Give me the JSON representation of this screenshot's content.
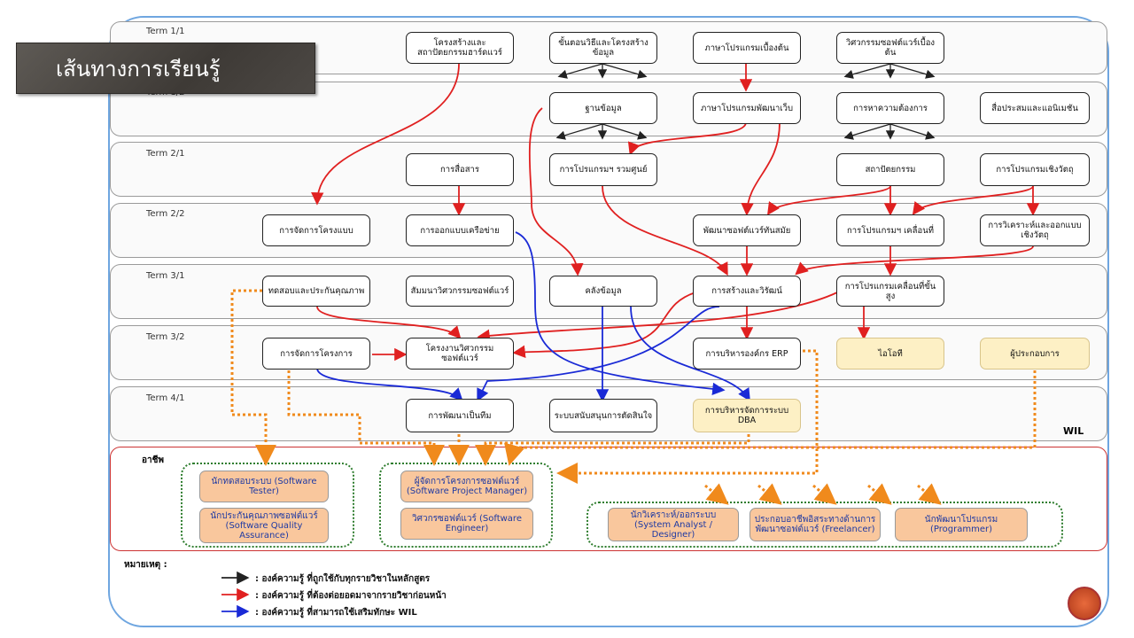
{
  "title": "เส้นทางการเรียนรู้",
  "terms": [
    "Term 1/1",
    "Term 1/2",
    "Term 2/1",
    "Term 2/2",
    "Term 3/1",
    "Term 3/2",
    "Term 4/1"
  ],
  "courses": {
    "c11a": "โครงสร้างและสถาปัตยกรรมฮาร์ดแวร์",
    "c11b": "ขั้นตอนวิธีและโครงสร้างข้อมูล",
    "c11c": "ภาษาโปรแกรมเบื้องต้น",
    "c11d": "วิศวกรรมซอฟต์แวร์เบื้องต้น",
    "c12a": "ฐานข้อมูล",
    "c12b": "ภาษาโปรแกรมพัฒนาเว็บ",
    "c12c": "การหาความต้องการ",
    "c12d": "สื่อประสมและแอนิเมชัน",
    "c21a": "การสื่อสาร",
    "c21b": "การโปรแกรมฯ รวมศูนย์",
    "c21c": "สถาปัตยกรรม",
    "c21d": "การโปรแกรมเชิงวัตถุ",
    "c22a": "การจัดการโครงแบบ",
    "c22b": "การออกแบบเครือข่าย",
    "c22c": "พัฒนาซอฟต์แวร์ทันสมัย",
    "c22d": "การโปรแกรมฯ เคลื่อนที่",
    "c22e": "การวิเคราะห์และออกแบบเชิงวัตถุ",
    "c31a": "ทดสอบและประกันคุณภาพ",
    "c31b": "สัมมนาวิศวกรรมซอฟต์แวร์",
    "c31c": "คลังข้อมูล",
    "c31d": "การสร้างและวิรัฒน์",
    "c31e": "การโปรแกรมเคลื่อนที่ขั้นสูง",
    "c32a": "การจัดการโครงการ",
    "c32b": "โครงงานวิศวกรรมซอฟต์แวร์",
    "c32c": "การบริหารองค์กร ERP",
    "c32d": "ไอโอที",
    "c32e": "ผู้ประกอบการ",
    "c41a": "การพัฒนาเป็นทีม",
    "c41b": "ระบบสนับสนุนการตัดสินใจ",
    "c41c": "การบริหารจัดการระบบ DBA"
  },
  "wil": "WIL",
  "career_label": "อาชีพ",
  "careers": {
    "tester": "นักทดสอบระบบ (Software Tester)",
    "qa": "นักประกันคุณภาพซอฟต์แวร์ (Software Quality Assurance)",
    "pm": "ผู้จัดการโครงการซอฟต์แวร์ (Software Project Manager)",
    "se": "วิศวกรซอฟต์แวร์ (Software Engineer)",
    "sa": "นักวิเคราะห์/ออกระบบ (System Analyst / Designer)",
    "freelance": "ประกอบอาชีพอิสระทางด้านการพัฒนาซอฟต์แวร์ (Freelancer)",
    "programmer": "นักพัฒนาโปรแกรม (Programmer)"
  },
  "note_label": "หมายเหตุ :",
  "legend": [
    {
      "text": ": องค์ความรู้ ที่ถูกใช้กับทุกรายวิชาในหลักสูตร",
      "color": "#222222"
    },
    {
      "text": ": องค์ความรู้ ที่ต้องต่อยอดมาจากรายวิชาก่อนหน้า",
      "color": "#e02020"
    },
    {
      "text": ": องค์ความรู้ ที่สามารถใช้เสริมทักษะ WIL",
      "color": "#1a2ad6"
    }
  ],
  "colors": {
    "black": "#222222",
    "red": "#e02020",
    "blue": "#1a2ad6",
    "orange": "#f08a1c"
  }
}
